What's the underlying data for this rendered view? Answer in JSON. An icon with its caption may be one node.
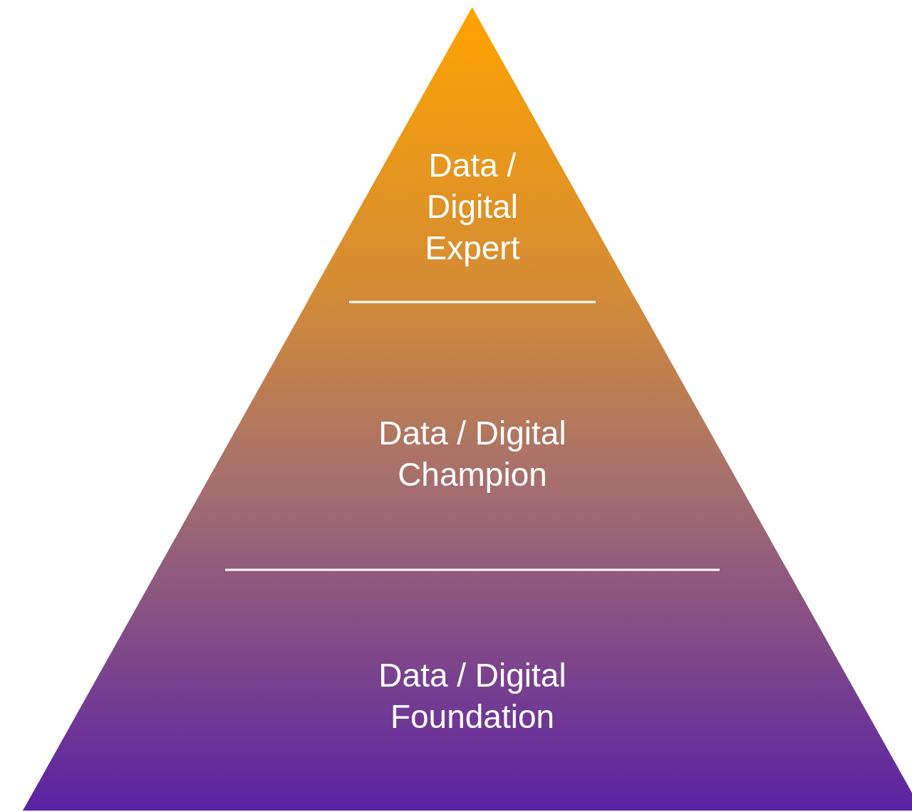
{
  "diagram": {
    "nodes": [
      {
        "text": [
          "Data / Digital Expert"
        ]
      },
      {
        "text": [
          "Data / Digital Champion"
        ]
      },
      {
        "text": [
          "Data / Digital Foundation"
        ]
      }
    ]
  }
}
